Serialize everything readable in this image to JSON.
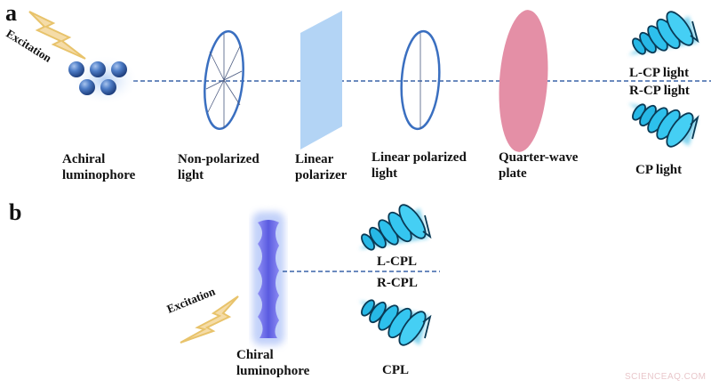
{
  "panel_a": {
    "label": "a",
    "excitation": "Excitation",
    "components": [
      {
        "id": "achiral",
        "label": "Achiral\nluminophore"
      },
      {
        "id": "nonpolarized",
        "label": "Non-polarized\nlight"
      },
      {
        "id": "polarizer",
        "label": "Linear\npolarizer"
      },
      {
        "id": "linear",
        "label": "Linear polarized\nlight"
      },
      {
        "id": "waveplate",
        "label": "Quarter-wave\nplate"
      },
      {
        "id": "cp",
        "label": "CP light"
      }
    ],
    "lcp_label": "L-CP light",
    "rcp_label": "R-CP light"
  },
  "panel_b": {
    "label": "b",
    "excitation": "Excitation",
    "chiral_label": "Chiral\nluminophore",
    "lcpl_label": "L-CPL",
    "rcpl_label": "R-CPL",
    "cpl_label": "CPL"
  },
  "colors": {
    "beam": "#3a63a8",
    "sphere": "#3f6fb8",
    "ellipse_stroke": "#3a6fc0",
    "polarizer": "#b3d4f5",
    "waveplate": "#e48fa6",
    "helix": "#1fb0e0",
    "chiral_rod": "#6c6ee8",
    "bolt": "#f3d9a4",
    "bolt_stroke": "#e8c36b"
  },
  "watermark": "SCIENCEAQ.COM"
}
